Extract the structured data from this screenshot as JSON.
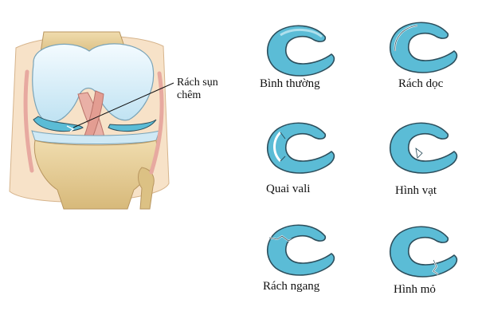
{
  "callout": {
    "line1": "Rách sụn",
    "line2": "chêm"
  },
  "tear_types": [
    {
      "label": "Bình thường",
      "tear": "none"
    },
    {
      "label": "Rách dọc",
      "tear": "longitudinal"
    },
    {
      "label": "Quai vali",
      "tear": "bucket-handle"
    },
    {
      "label": "Hình vạt",
      "tear": "flap"
    },
    {
      "label": "Rách ngang",
      "tear": "radial"
    },
    {
      "label": "Hình mỏ",
      "tear": "parrot-beak"
    }
  ],
  "colors": {
    "meniscus_fill": "#5bbcd6",
    "meniscus_stroke": "#2c4e5c",
    "cartilage": "#d9eef8",
    "bone": "#e2c98f",
    "ligament": "#e7a9a0"
  }
}
